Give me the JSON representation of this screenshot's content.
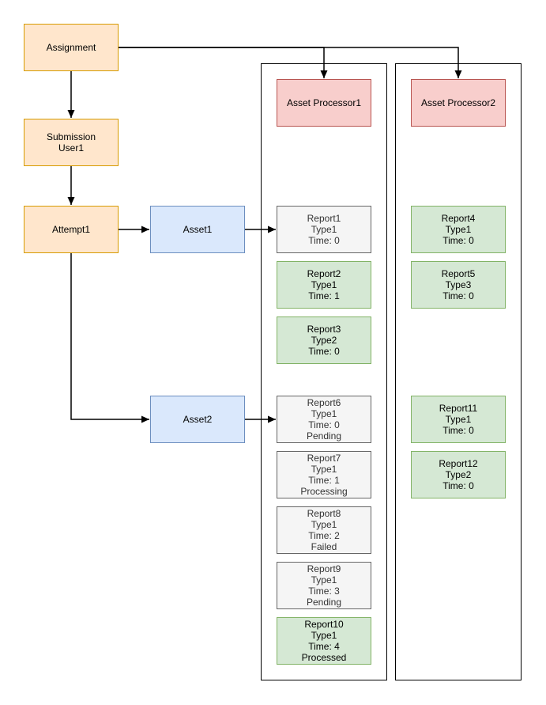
{
  "colors": {
    "orange-fill": "#ffe6cc",
    "orange-stroke": "#d79b00",
    "blue-fill": "#dae8fc",
    "blue-stroke": "#6c8ebf",
    "pink-fill": "#f8cecc",
    "pink-stroke": "#b85450",
    "green-fill": "#d5e8d4",
    "green-stroke": "#82b366",
    "gray-fill": "#f5f5f5",
    "gray-stroke": "#666666",
    "gray-text": "#333333",
    "line-color": "#000000",
    "text-color": "#000000",
    "bg": "#ffffff"
  },
  "nodes": {
    "assignment": {
      "label": "Assignment"
    },
    "submission": {
      "lines": [
        "Submission",
        "User1"
      ]
    },
    "attempt1": {
      "label": "Attempt1"
    },
    "asset1": {
      "label": "Asset1"
    },
    "asset2": {
      "label": "Asset2"
    },
    "asset_processor1": {
      "label": "Asset Processor1"
    },
    "asset_processor2": {
      "label": "Asset Processor2"
    }
  },
  "reports": {
    "r1": {
      "lines": [
        "Report1",
        "Type1",
        "Time: 0"
      ]
    },
    "r2": {
      "lines": [
        "Report2",
        "Type1",
        "Time: 1"
      ]
    },
    "r3": {
      "lines": [
        "Report3",
        "Type2",
        "Time: 0"
      ]
    },
    "r4": {
      "lines": [
        "Report4",
        "Type1",
        "Time: 0"
      ]
    },
    "r5": {
      "lines": [
        "Report5",
        "Type3",
        "Time: 0"
      ]
    },
    "r6": {
      "lines": [
        "Report6",
        "Type1",
        "Time: 0",
        "Pending"
      ]
    },
    "r7": {
      "lines": [
        "Report7",
        "Type1",
        "Time: 1",
        "Processing"
      ]
    },
    "r8": {
      "lines": [
        "Report8",
        "Type1",
        "Time: 2",
        "Failed"
      ]
    },
    "r9": {
      "lines": [
        "Report9",
        "Type1",
        "Time: 3",
        "Pending"
      ]
    },
    "r10": {
      "lines": [
        "Report10",
        "Type1",
        "Time: 4",
        "Processed"
      ]
    },
    "r11": {
      "lines": [
        "Report11",
        "Type1",
        "Time: 0"
      ]
    },
    "r12": {
      "lines": [
        "Report12",
        "Type2",
        "Time: 0"
      ]
    }
  }
}
